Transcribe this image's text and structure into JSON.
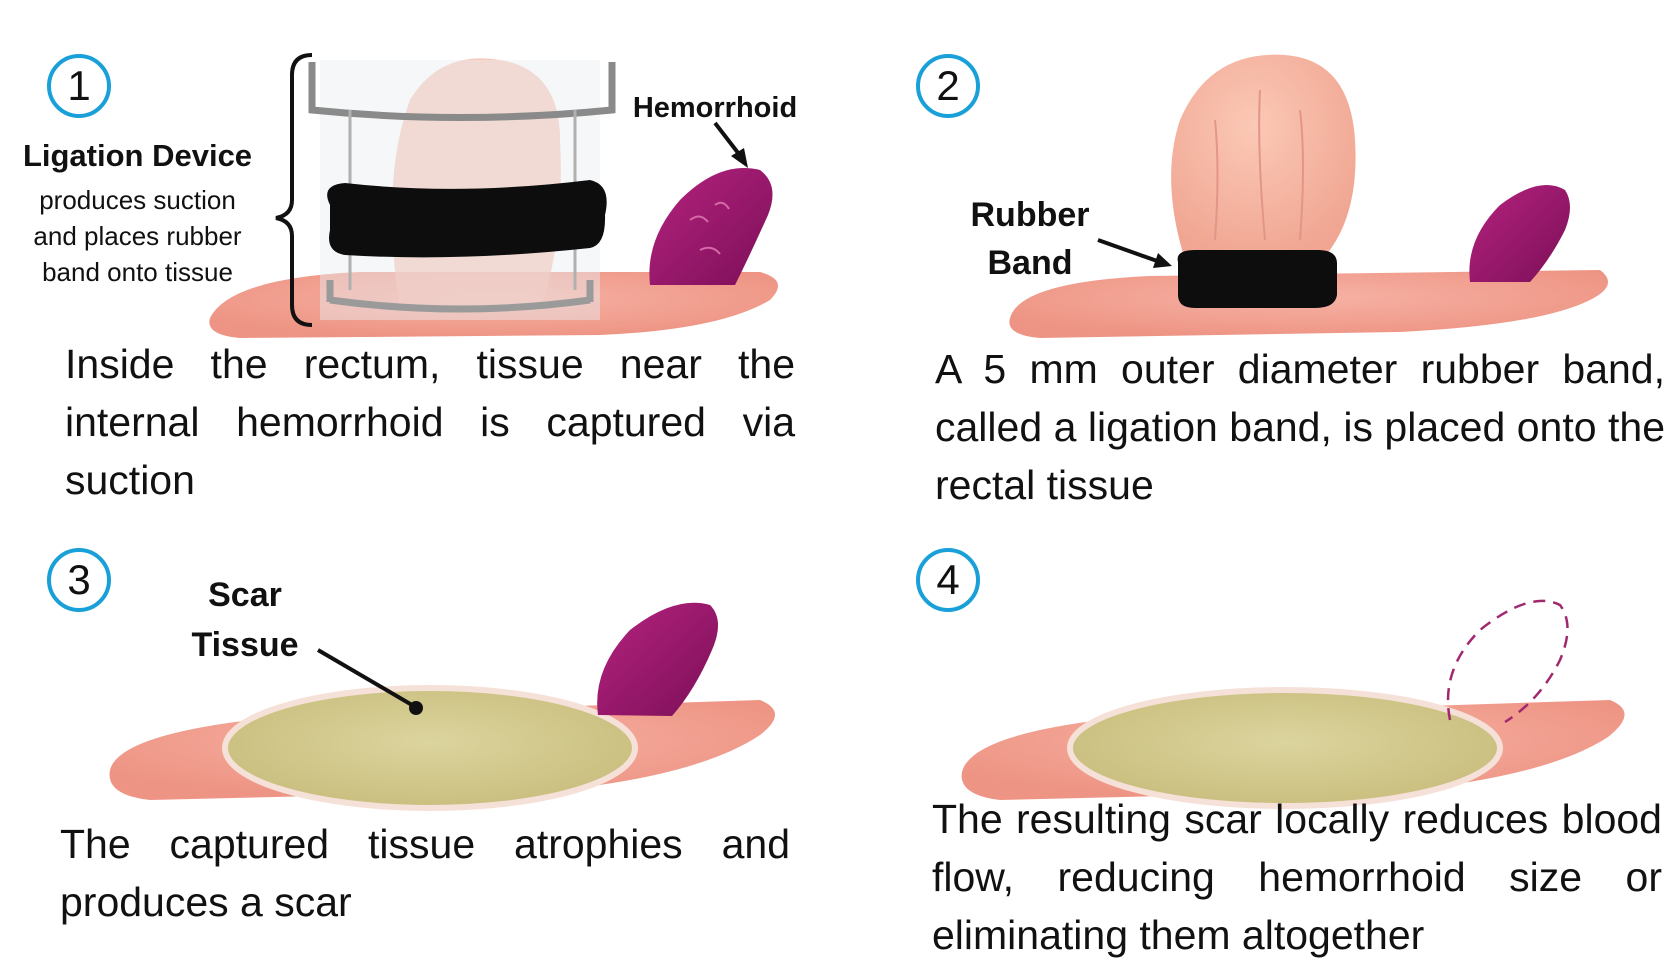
{
  "colors": {
    "circle_border": "#1aa0d8",
    "tissue": "#f2a79a",
    "hemorrhoid": "#9b1670",
    "band": "#0d0d0d",
    "scar": "#d9cf96",
    "device": "#8a8a8a"
  },
  "steps": [
    {
      "number": "1",
      "caption": "Inside the rectum, tissue near the internal hemorrhoid is captured via suction",
      "labels": {
        "device_title": "Ligation Device",
        "device_desc_1": "produces suction",
        "device_desc_2": "and places rubber",
        "device_desc_3": "band onto tissue",
        "hemorrhoid": "Hemorrhoid"
      }
    },
    {
      "number": "2",
      "caption": "A 5 mm outer diameter rubber band, called a ligation band, is placed onto the rectal tissue",
      "labels": {
        "band_1": "Rubber",
        "band_2": "Band"
      }
    },
    {
      "number": "3",
      "caption": "The captured tissue atrophies and produces a scar",
      "labels": {
        "scar_1": "Scar",
        "scar_2": "Tissue"
      }
    },
    {
      "number": "4",
      "caption": "The resulting scar locally reduces blood flow, reducing hemorrhoid size or eliminating them altogether"
    }
  ]
}
